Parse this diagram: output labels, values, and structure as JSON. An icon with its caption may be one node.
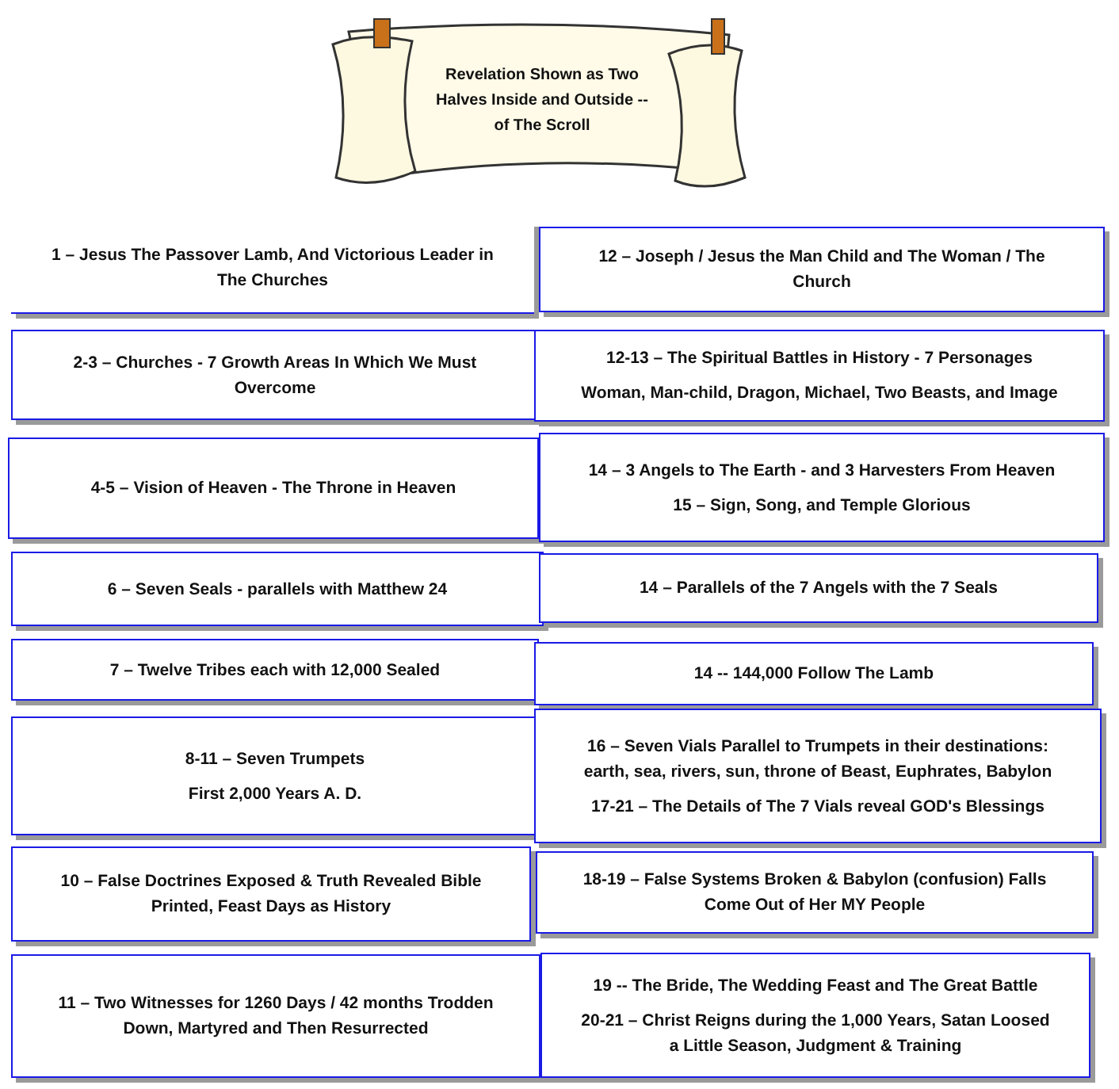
{
  "diagram": {
    "title": "Revelation Shown as Two Halves Inside and Outside -- of The Scroll",
    "nodes": [
      {
        "text": [
          "1 – Jesus The Passover Lamb, And Victorious Leader in The Churches"
        ]
      },
      {
        "text": [
          "12 – Joseph / Jesus the Man Child and The Woman / The Church"
        ]
      },
      {
        "text": [
          "2-3 – Churches - 7 Growth Areas In Which We Must Overcome"
        ]
      },
      {
        "text": [
          "12-13 – The Spiritual Battles in History - 7 Personages",
          "Woman, Man-child, Dragon, Michael, Two Beasts, and Image"
        ]
      },
      {
        "text": [
          "4-5 – Vision of Heaven - The Throne in Heaven"
        ]
      },
      {
        "text": [
          "14 – 3 Angels to The Earth - and 3 Harvesters From Heaven",
          "15 – Sign, Song, and Temple Glorious"
        ]
      },
      {
        "text": [
          "6 – Seven Seals - parallels with Matthew 24"
        ]
      },
      {
        "text": [
          "14 – Parallels of the 7 Angels with the 7 Seals"
        ]
      },
      {
        "text": [
          "7 – Twelve Tribes each with 12,000 Sealed"
        ]
      },
      {
        "text": [
          "14 -- 144,000 Follow The Lamb"
        ]
      },
      {
        "text": [
          "8-11 – Seven Trumpets",
          "First 2,000 Years A. D."
        ]
      },
      {
        "text": [
          "16 – Seven Vials Parallel to Trumpets in their destinations: earth, sea, rivers, sun, throne of Beast, Euphrates, Babylon",
          "17-21 – The Details of The 7 Vials reveal GOD's Blessings"
        ]
      },
      {
        "text": [
          "10 – False Doctrines Exposed & Truth Revealed Bible Printed, Feast Days as History"
        ]
      },
      {
        "text": [
          "18-19 – False Systems Broken & Babylon (confusion) Falls Come Out of Her MY People"
        ]
      },
      {
        "text": [
          "11 – Two Witnesses for 1260 Days / 42 months Trodden Down, Martyred and Then Resurrected"
        ]
      },
      {
        "text": [
          "19 -- The Bride, The Wedding Feast and The Great Battle",
          "20-21 – Christ Reigns during the 1,000 Years, Satan Loosed a Little Season, Judgment & Training"
        ]
      }
    ]
  }
}
